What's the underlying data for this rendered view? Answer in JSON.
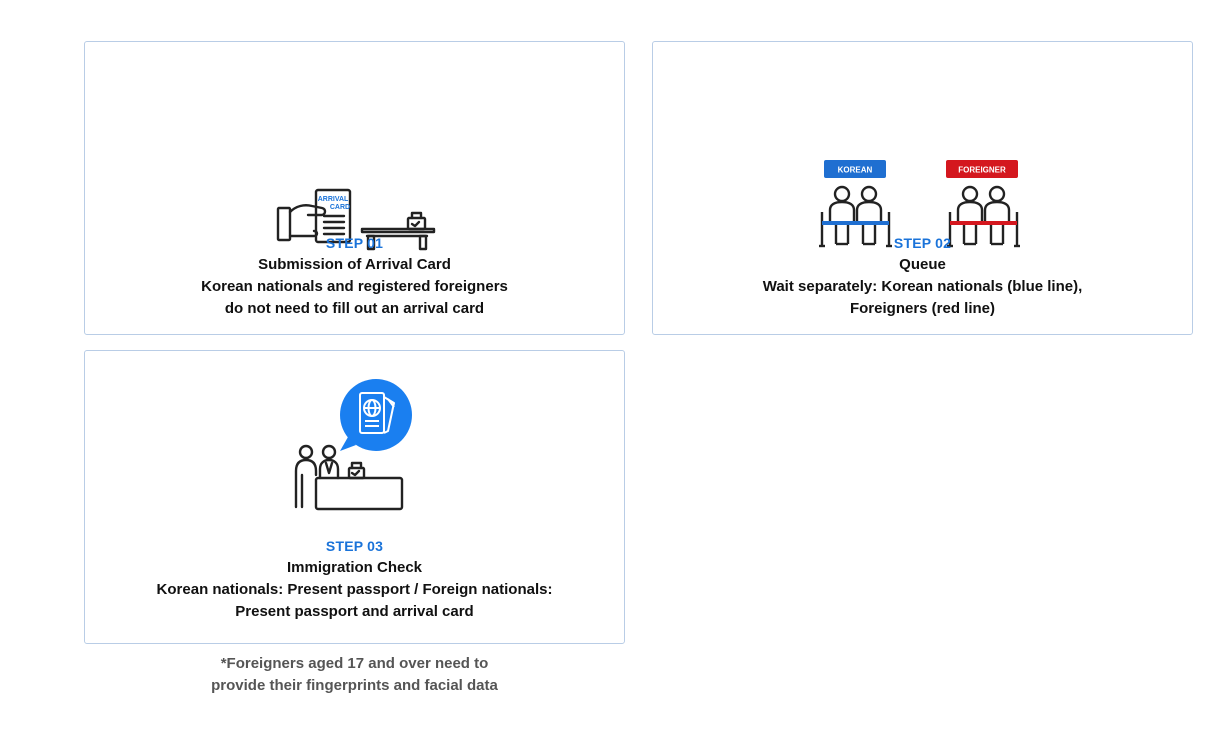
{
  "steps": [
    {
      "step": "STEP 01",
      "title": "Submission of Arrival Card",
      "desc": [
        "Korean nationals and registered foreigners",
        "do not need to fill out an arrival card"
      ],
      "icon": "arrival-card-icon",
      "card_label": [
        "ARRIVAL",
        "CARD"
      ]
    },
    {
      "step": "STEP 02",
      "title": "Queue",
      "desc": [
        "Wait separately: Korean nationals (blue line),",
        "Foreigners (red line)"
      ],
      "icon": "queue-icon",
      "badges": {
        "korean": "KOREAN",
        "foreigner": "FOREIGNER"
      }
    },
    {
      "step": "STEP 03",
      "title": "Immigration Check",
      "desc": [
        "Korean nationals: Present passport / Foreign nationals:",
        "Present passport and arrival card"
      ],
      "icon": "immigration-check-icon"
    }
  ],
  "note": [
    "*Foreigners aged 17 and over need to",
    "provide their fingerprints and facial data"
  ],
  "colors": {
    "accent": "#1a73d9",
    "border": "#b9cde6",
    "korean_line": "#1f6fd1",
    "foreigner_line": "#d4171e",
    "note_text": "#555555"
  }
}
